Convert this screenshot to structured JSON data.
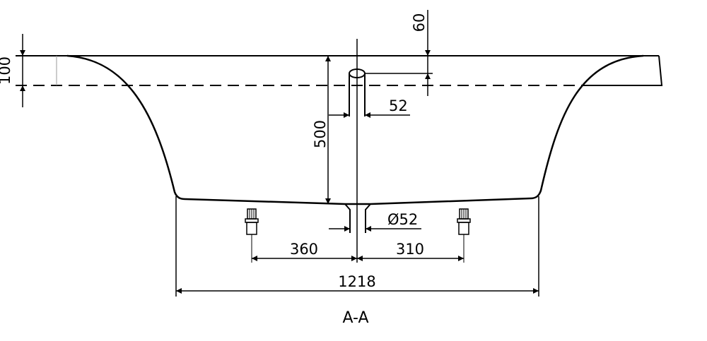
{
  "drawing": {
    "section_label": "A-A",
    "dimensions": {
      "top_thickness": "100",
      "rim_offset": "60",
      "depth": "500",
      "pipe_width": "52",
      "drain_diameter": "Ø52",
      "left_foot_distance": "360",
      "right_foot_distance": "310",
      "base_width": "1218"
    }
  }
}
